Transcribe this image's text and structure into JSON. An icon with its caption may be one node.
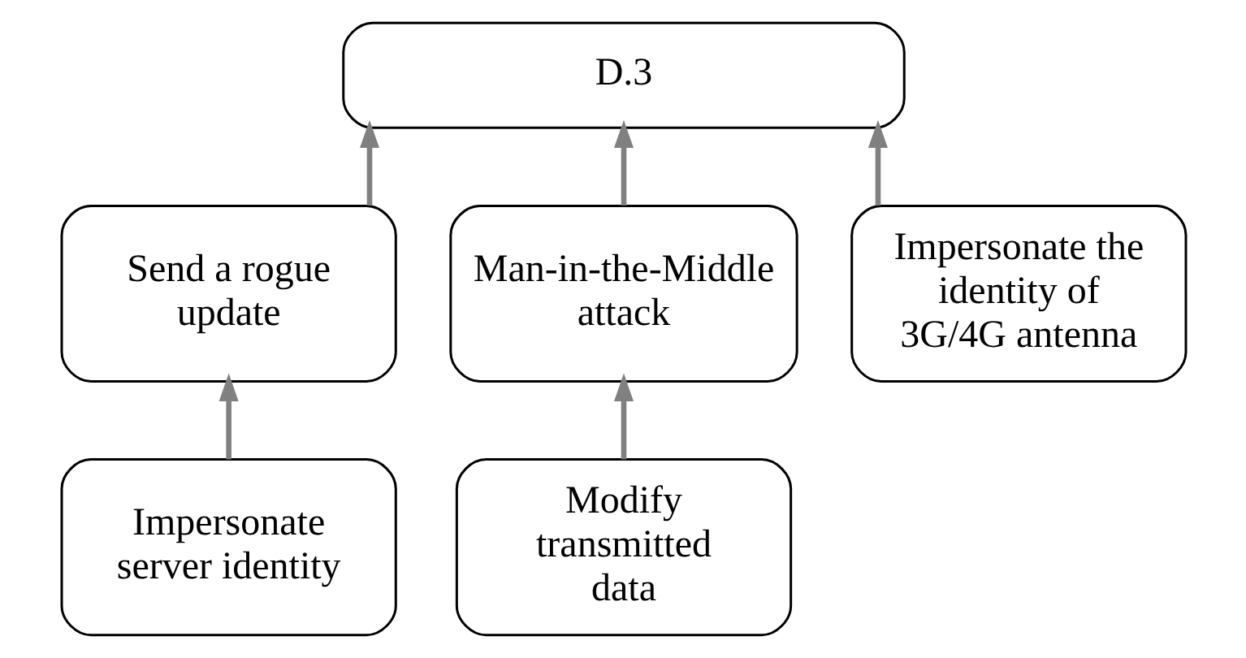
{
  "diagram": {
    "nodes": [
      {
        "text": [
          "D.3"
        ]
      },
      {
        "text": [
          "Send a rogue update"
        ]
      },
      {
        "text": [
          "Man-in-the-Middle attack"
        ]
      },
      {
        "text": [
          "Impersonate the identity of 3G/4G antenna"
        ]
      },
      {
        "text": [
          "Impersonate server identity"
        ]
      },
      {
        "text": [
          "Modify transmitted data"
        ]
      }
    ],
    "edges": [
      {
        "from": 1,
        "to": 0,
        "arrow": "to"
      },
      {
        "from": 2,
        "to": 0,
        "arrow": "to"
      },
      {
        "from": 3,
        "to": 0,
        "arrow": "to"
      },
      {
        "from": 4,
        "to": 1,
        "arrow": "to"
      },
      {
        "from": 5,
        "to": 2,
        "arrow": "to"
      }
    ]
  }
}
